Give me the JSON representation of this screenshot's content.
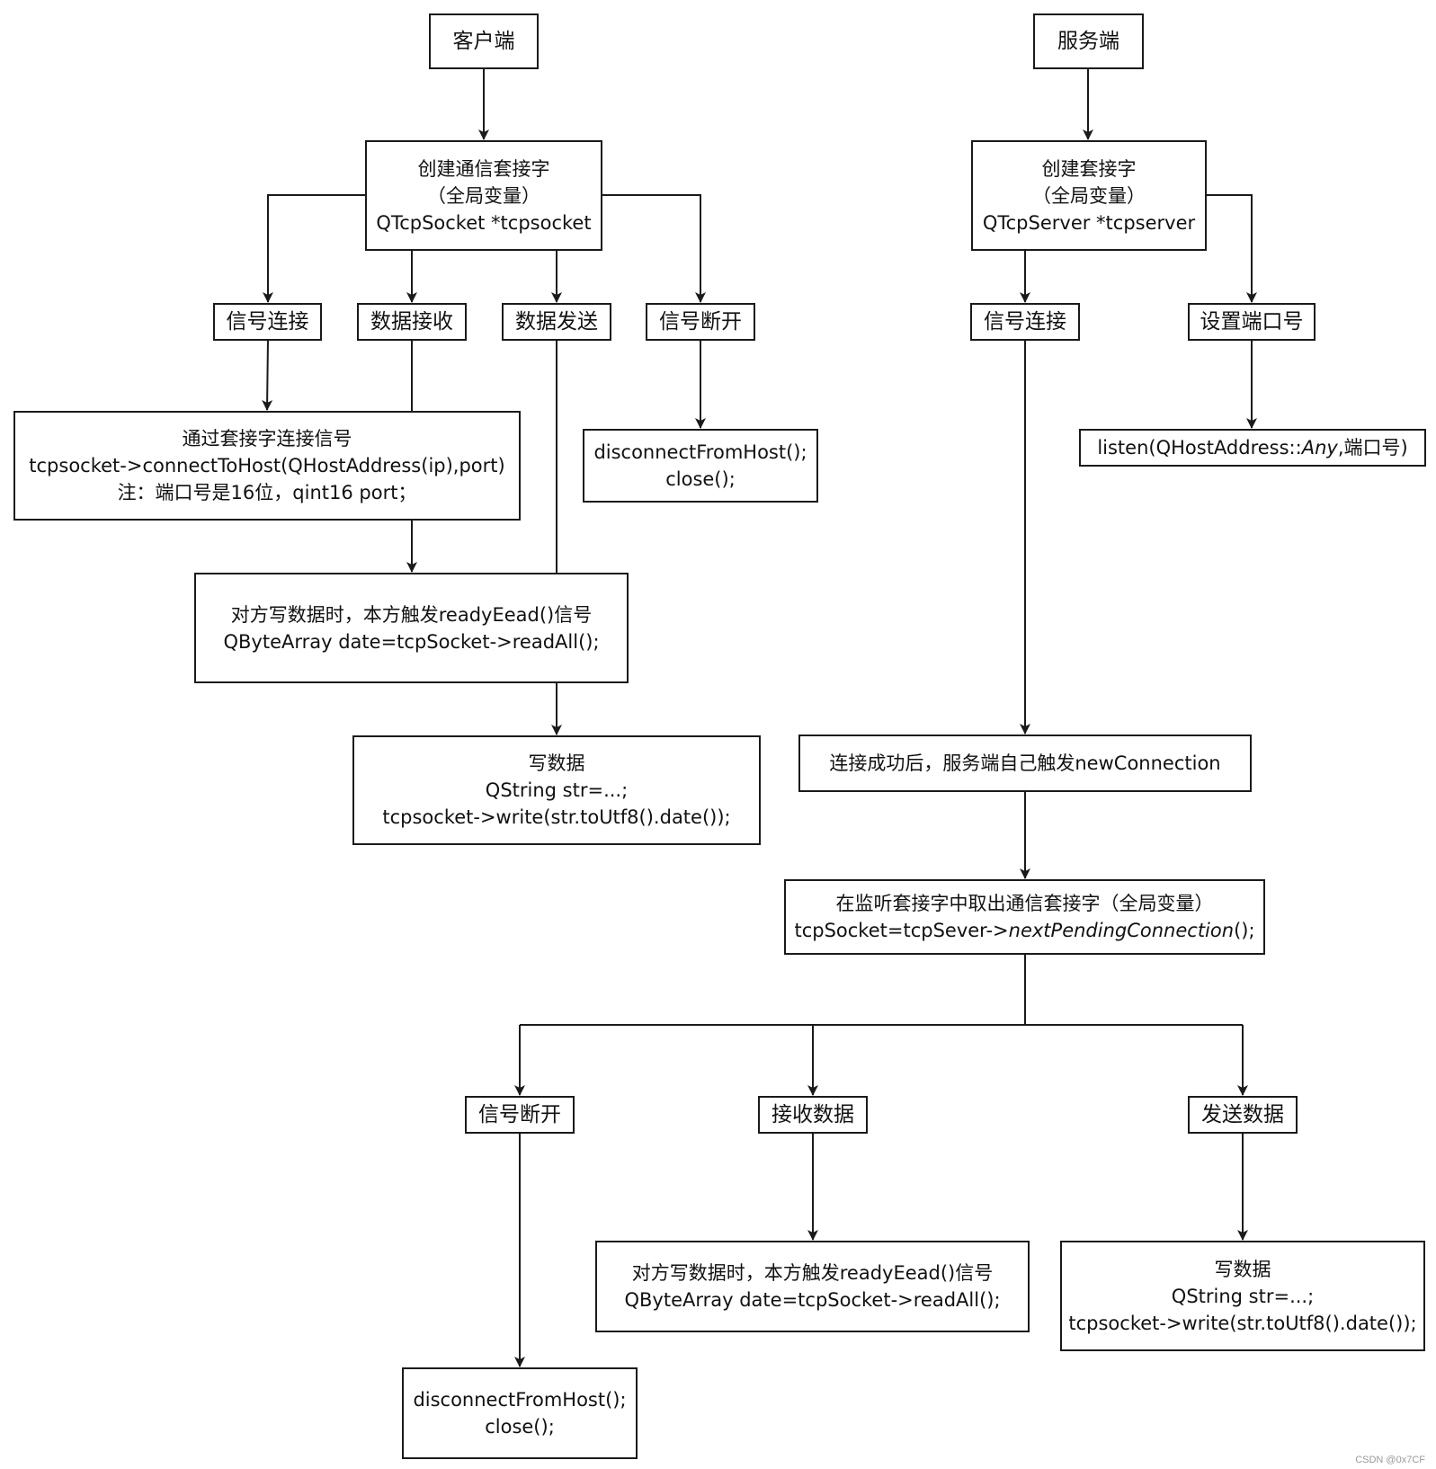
{
  "client": {
    "title": "客户端",
    "create": {
      "line1": "创建通信套接字",
      "line2": "（全局变量）",
      "line3": "QTcpSocket *tcpsocket"
    },
    "signal_connect": "信号连接",
    "data_receive": "数据接收",
    "data_send": "数据发送",
    "signal_disconnect": "信号断开",
    "connect_box": {
      "line1": "通过套接字连接信号",
      "line2": "tcpsocket->connectToHost(QHostAddress(ip),port)",
      "line3": "注：端口号是16位，qint16 port；"
    },
    "read_box": {
      "line1": "对方写数据时，本方触发readyEead()信号",
      "line2": "QByteArray date=tcpSocket->readAll();"
    },
    "write_box": {
      "line1": "写数据",
      "line2": "QString str=...;",
      "line3": "tcpsocket->write(str.toUtf8().date());"
    },
    "disconnect_box": {
      "line1": "disconnectFromHost();",
      "line2": "close();"
    }
  },
  "server": {
    "title": "服务端",
    "create": {
      "line1": "创建套接字",
      "line2": "（全局变量）",
      "line3": "QTcpServer *tcpserver"
    },
    "signal_connect": "信号连接",
    "set_port": "设置端口号",
    "listen_box": {
      "prefix": "listen(QHostAddress::",
      "italic": "Any",
      "suffix": ",端口号)"
    },
    "new_connection": "连接成功后，服务端自己触发newConnection",
    "take_socket": {
      "line1": "在监听套接字中取出通信套接字（全局变量）",
      "prefix": "tcpSocket=tcpSever->",
      "italic": "nextPendingConnection",
      "suffix": "();"
    },
    "signal_disconnect": "信号断开",
    "receive_data": "接收数据",
    "send_data": "发送数据",
    "read_box": {
      "line1": "对方写数据时，本方触发readyEead()信号",
      "line2": "QByteArray date=tcpSocket->readAll();"
    },
    "write_box": {
      "line1": "写数据",
      "line2": "QString str=...;",
      "line3": "tcpsocket->write(str.toUtf8().date());"
    },
    "disconnect_box": {
      "line1": "disconnectFromHost();",
      "line2": "close();"
    }
  },
  "watermark": "CSDN @0x7CF"
}
